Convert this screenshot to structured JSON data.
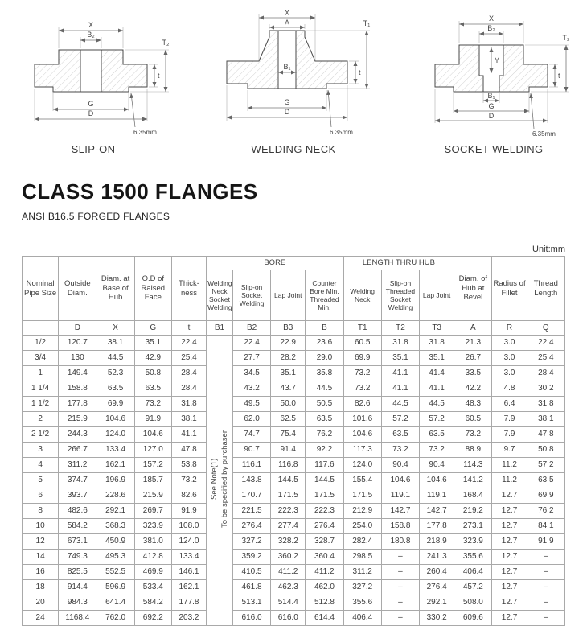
{
  "page": {
    "title": "CLASS 1500 FLANGES",
    "subtitle": "ANSI B16.5 FORGED FLANGES",
    "unit_label": "Unit:mm"
  },
  "diagrams": {
    "slip_on": {
      "caption": "SLIP-ON",
      "x": "X",
      "b2": "B₂",
      "g": "G",
      "d": "D",
      "t": "t",
      "t2": "T₂",
      "face": "6.35mm"
    },
    "welding_neck": {
      "caption": "WELDING NECK",
      "x": "X",
      "a": "A",
      "b1": "B₁",
      "g": "G",
      "d": "D",
      "t": "t",
      "t1": "T₁",
      "face": "6.35mm"
    },
    "socket_welding": {
      "caption": "SOCKET WELDING",
      "x": "X",
      "b2": "B₂",
      "y": "Y",
      "b1": "B₁",
      "g": "G",
      "d": "D",
      "t": "t",
      "t2": "T₂",
      "face": "6.35mm"
    }
  },
  "table": {
    "group_headers": {
      "bore": "BORE",
      "length_thru_hub": "LENGTH THRU HUB"
    },
    "headers": {
      "nominal_pipe_size": "Nominal Pipe Size",
      "outside_diam": "Outside Diam.",
      "diam_base_hub": "Diam. at Base of Hub",
      "od_raised_face": "O.D of Raised Face",
      "thickness": "Thick-ness",
      "bore_welding_neck": "Welding Neck Socket Welding",
      "bore_slip_on": "Slip-on Socket Welding",
      "bore_lap_joint": "Lap Joint",
      "bore_counter": "Counter Bore Min. Threaded Min.",
      "hub_welding_neck": "Welding Neck",
      "hub_slip_on": "Slip-on Threaded Socket Welding",
      "hub_lap_joint": "Lap Joint",
      "diam_hub_bevel": "Diam. of Hub at Bevel",
      "radius_fillet": "Radius of Fillet",
      "thread_length": "Thread Length"
    },
    "symbols": [
      "",
      "D",
      "X",
      "G",
      "t",
      "B1",
      "B2",
      "B3",
      "B",
      "T1",
      "T2",
      "T3",
      "A",
      "R",
      "Q"
    ],
    "b1_note_line1": "See Note(1)",
    "b1_note_line2": "To be specified by purchaser",
    "rows": [
      {
        "size": "1/2",
        "values": [
          "120.7",
          "38.1",
          "35.1",
          "22.4",
          "22.4",
          "22.9",
          "23.6",
          "60.5",
          "31.8",
          "31.8",
          "21.3",
          "3.0",
          "22.4"
        ]
      },
      {
        "size": "3/4",
        "values": [
          "130",
          "44.5",
          "42.9",
          "25.4",
          "27.7",
          "28.2",
          "29.0",
          "69.9",
          "35.1",
          "35.1",
          "26.7",
          "3.0",
          "25.4"
        ]
      },
      {
        "size": "1",
        "values": [
          "149.4",
          "52.3",
          "50.8",
          "28.4",
          "34.5",
          "35.1",
          "35.8",
          "73.2",
          "41.1",
          "41.4",
          "33.5",
          "3.0",
          "28.4"
        ]
      },
      {
        "size": "1 1/4",
        "values": [
          "158.8",
          "63.5",
          "63.5",
          "28.4",
          "43.2",
          "43.7",
          "44.5",
          "73.2",
          "41.1",
          "41.1",
          "42.2",
          "4.8",
          "30.2"
        ]
      },
      {
        "size": "1 1/2",
        "values": [
          "177.8",
          "69.9",
          "73.2",
          "31.8",
          "49.5",
          "50.0",
          "50.5",
          "82.6",
          "44.5",
          "44.5",
          "48.3",
          "6.4",
          "31.8"
        ]
      },
      {
        "size": "2",
        "values": [
          "215.9",
          "104.6",
          "91.9",
          "38.1",
          "62.0",
          "62.5",
          "63.5",
          "101.6",
          "57.2",
          "57.2",
          "60.5",
          "7.9",
          "38.1"
        ]
      },
      {
        "size": "2 1/2",
        "values": [
          "244.3",
          "124.0",
          "104.6",
          "41.1",
          "74.7",
          "75.4",
          "76.2",
          "104.6",
          "63.5",
          "63.5",
          "73.2",
          "7.9",
          "47.8"
        ]
      },
      {
        "size": "3",
        "values": [
          "266.7",
          "133.4",
          "127.0",
          "47.8",
          "90.7",
          "91.4",
          "92.2",
          "117.3",
          "73.2",
          "73.2",
          "88.9",
          "9.7",
          "50.8"
        ]
      },
      {
        "size": "4",
        "values": [
          "311.2",
          "162.1",
          "157.2",
          "53.8",
          "116.1",
          "116.8",
          "117.6",
          "124.0",
          "90.4",
          "90.4",
          "114.3",
          "11.2",
          "57.2"
        ]
      },
      {
        "size": "5",
        "values": [
          "374.7",
          "196.9",
          "185.7",
          "73.2",
          "143.8",
          "144.5",
          "144.5",
          "155.4",
          "104.6",
          "104.6",
          "141.2",
          "11.2",
          "63.5"
        ]
      },
      {
        "size": "6",
        "values": [
          "393.7",
          "228.6",
          "215.9",
          "82.6",
          "170.7",
          "171.5",
          "171.5",
          "171.5",
          "119.1",
          "119.1",
          "168.4",
          "12.7",
          "69.9"
        ]
      },
      {
        "size": "8",
        "values": [
          "482.6",
          "292.1",
          "269.7",
          "91.9",
          "221.5",
          "222.3",
          "222.3",
          "212.9",
          "142.7",
          "142.7",
          "219.2",
          "12.7",
          "76.2"
        ]
      },
      {
        "size": "10",
        "values": [
          "584.2",
          "368.3",
          "323.9",
          "108.0",
          "276.4",
          "277.4",
          "276.4",
          "254.0",
          "158.8",
          "177.8",
          "273.1",
          "12.7",
          "84.1"
        ]
      },
      {
        "size": "12",
        "values": [
          "673.1",
          "450.9",
          "381.0",
          "124.0",
          "327.2",
          "328.2",
          "328.7",
          "282.4",
          "180.8",
          "218.9",
          "323.9",
          "12.7",
          "91.9"
        ]
      },
      {
        "size": "14",
        "values": [
          "749.3",
          "495.3",
          "412.8",
          "133.4",
          "359.2",
          "360.2",
          "360.4",
          "298.5",
          "–",
          "241.3",
          "355.6",
          "12.7",
          "–"
        ]
      },
      {
        "size": "16",
        "values": [
          "825.5",
          "552.5",
          "469.9",
          "146.1",
          "410.5",
          "411.2",
          "411.2",
          "311.2",
          "–",
          "260.4",
          "406.4",
          "12.7",
          "–"
        ]
      },
      {
        "size": "18",
        "values": [
          "914.4",
          "596.9",
          "533.4",
          "162.1",
          "461.8",
          "462.3",
          "462.0",
          "327.2",
          "–",
          "276.4",
          "457.2",
          "12.7",
          "–"
        ]
      },
      {
        "size": "20",
        "values": [
          "984.3",
          "641.4",
          "584.2",
          "177.8",
          "513.1",
          "514.4",
          "512.8",
          "355.6",
          "–",
          "292.1",
          "508.0",
          "12.7",
          "–"
        ]
      },
      {
        "size": "24",
        "values": [
          "1168.4",
          "762.0",
          "692.2",
          "203.2",
          "616.0",
          "616.0",
          "614.4",
          "406.4",
          "–",
          "330.2",
          "609.6",
          "12.7",
          "–"
        ]
      }
    ]
  }
}
